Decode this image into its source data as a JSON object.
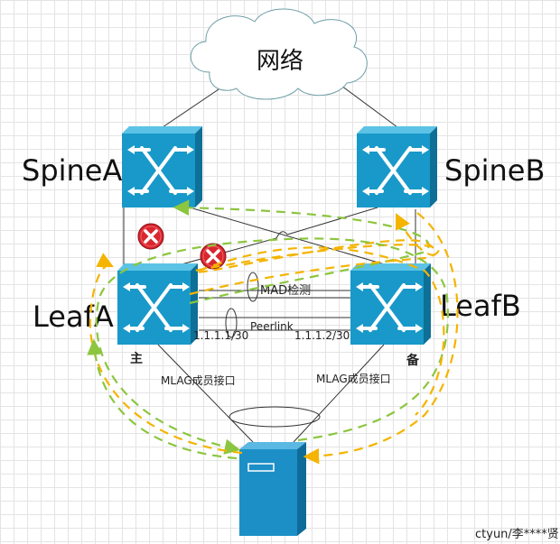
{
  "cloud": {
    "label": "网络"
  },
  "devices": {
    "spine_a": {
      "label": "SpineA"
    },
    "spine_b": {
      "label": "SpineB"
    },
    "leaf_a": {
      "label": "LeafA",
      "role": "主"
    },
    "leaf_b": {
      "label": "LeafB",
      "role": "备"
    },
    "server": {
      "icon": "server-icon"
    }
  },
  "links": {
    "mad": {
      "label": "MAD检测"
    },
    "peerlink": {
      "label": "Peerlink",
      "ip_a": "1.1.1.1/30",
      "ip_b": "1.1.1.2/30"
    },
    "mlag_a": {
      "label": "MLAG成员接口"
    },
    "mlag_b": {
      "label": "MLAG成员接口"
    }
  },
  "status_icons": [
    "error-icon",
    "error-icon"
  ],
  "colors": {
    "switch_front": "#1899c9",
    "switch_top": "#5cc3e6",
    "switch_side": "#0e6f97",
    "server": "#1c8fc7",
    "flow_green": "#8cc63f",
    "flow_orange": "#f4b400",
    "error": "#d9262f"
  },
  "watermark": "ctyun/李****贤"
}
